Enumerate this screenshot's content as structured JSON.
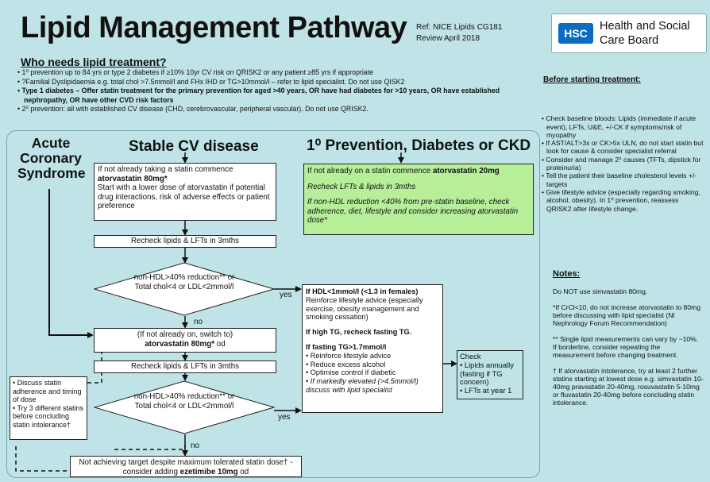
{
  "header": {
    "title": "Lipid Management Pathway",
    "ref_line1": "Ref: NICE Lipids CG181",
    "ref_line2": "Review April 2018",
    "logo_badge": "HSC",
    "logo_line1": "Health and Social",
    "logo_line2": "Care Board"
  },
  "who": {
    "heading": "Who needs lipid treatment?",
    "items": [
      "• 1⁰ prevention up to 84 yrs or type 2 diabetes if ≥10% 10yr CV risk on QRISK2 or any patient ≥85 yrs if appropriate",
      "• ?Familial Dyslipidaemia e.g. total chol >7.5mmol/l and FHx IHD or TG>10mmol/l – refer to lipid specialist. Do not use QISK2",
      "• Type 1 diabetes – Offer statin treatment for the primary prevention for aged >40 years, OR have had diabetes for >10 years, OR have established nephropathy, OR have other CVD risk factors",
      "• 2⁰ prevention: all with established CV disease (CHD, cerebrovascular, peripheral vascular). Do not use QRISK2."
    ]
  },
  "columns": {
    "acs": "Acute Coronary Syndrome",
    "stable": "Stable CV disease",
    "prevention": "1⁰ Prevention, Diabetes or CKD"
  },
  "boxes": {
    "statin_start_1": "If not already taking a statin commence",
    "statin_start_2": "atorvastatin 80mg*",
    "statin_start_3": "Start with a lower dose of atorvastatin if potential drug interactions, risk of adverse effects or patient preference",
    "recheck1": "Recheck lipids & LFTs in 3mths",
    "diamond1": "non-HDL>40% reduction** or Total chol<4 or LDL<2mmol/l",
    "switch_1": "(If not already on, switch to)",
    "switch_2": "atorvastatin 80mg*",
    "switch_3": "od",
    "recheck2": "Recheck lipids & LFTs in 3mths",
    "diamond2": "non-HDL>40% reduction** or Total chol<4 or LDL<2mmol/l",
    "ezetimibe_1": "Not achieving target despite maximum tolerated statin dose† - consider adding",
    "ezetimibe_2": "ezetimibe 10mg",
    "ezetimibe_3": "od",
    "green_1": "If not already on a statin commence",
    "green_2": "atorvastatin 20mg",
    "green_3": "Recheck LFTs & lipids in 3mths",
    "green_4": "If non-HDL reduction <40% from pre-statin baseline, check adherence, diet, lifestyle and consider increasing atorvastatin dose*",
    "hdl_h": "If HDL<1mmol/l (<1.3 in females)",
    "hdl_t": "Reinforce lifestyle advice (especially exercise, obesity management and smoking cessation)",
    "tg_h": "If high TG, recheck fasting TG.",
    "ftg_h": "If fasting TG>1.7mmol/l",
    "ftg_items": [
      "• Reinforce lifestyle advice",
      "• Reduce excess alcohol",
      "• Optimise control if diabetic",
      "• If markedly elevated (>4.5mmol/l) discuss with lipid specialist"
    ],
    "check_h": "Check",
    "check_items": [
      "• Lipids annually (fasting if TG concern)",
      "• LFTs at year 1"
    ],
    "adherence_items": [
      "• Discuss statin adherence and timing of dose",
      "• Try 3 different statins before concluding statin intolerance†"
    ]
  },
  "labels": {
    "yes": "yes",
    "no": "no"
  },
  "before": {
    "heading": "Before starting treatment:",
    "items": [
      "• Check baseline bloods: Lipids (immediate if acute event), LFTs, U&E, +/-CK if symptoms/risk of myopathy",
      "• If AST/ALT>3x or CK>5x ULN, do not start statin but look for cause & consider specialist referral",
      "• Consider and manage 2⁰ causes (TFTs, dipstick for proteinuria)",
      "• Tell the patient their baseline cholesterol levels +/-targets",
      "• Give lifestyle advice (especially regarding smoking, alcohol, obesity). In 1⁰ prevention, reassess QRISK2 after lifestyle change."
    ]
  },
  "notes": {
    "heading": "Notes:",
    "items": [
      "Do NOT use simvastatin 80mg.",
      "*If CrCl<10, do not increase atorvastatin to 80mg before discussing with lipid specialist (NI Nephrology Forum Recommendation)",
      "** Single lipid measurements can vary by ~10%. If borderline, consider repeating the measurement before changing treatment.",
      "† If atorvastatin intolerance, try at least 2 further statins starting at lowest dose e.g. simvastatin 10-40mg pravastatin 20-40mg, rosuvastatin 5-10mg or fluvastatin 20-40mg before concluding statin intolerance."
    ]
  },
  "colors": {
    "background": "#bfe3e6",
    "green_box": "#b6ee9a",
    "logo_blue": "#0a6cc2"
  }
}
